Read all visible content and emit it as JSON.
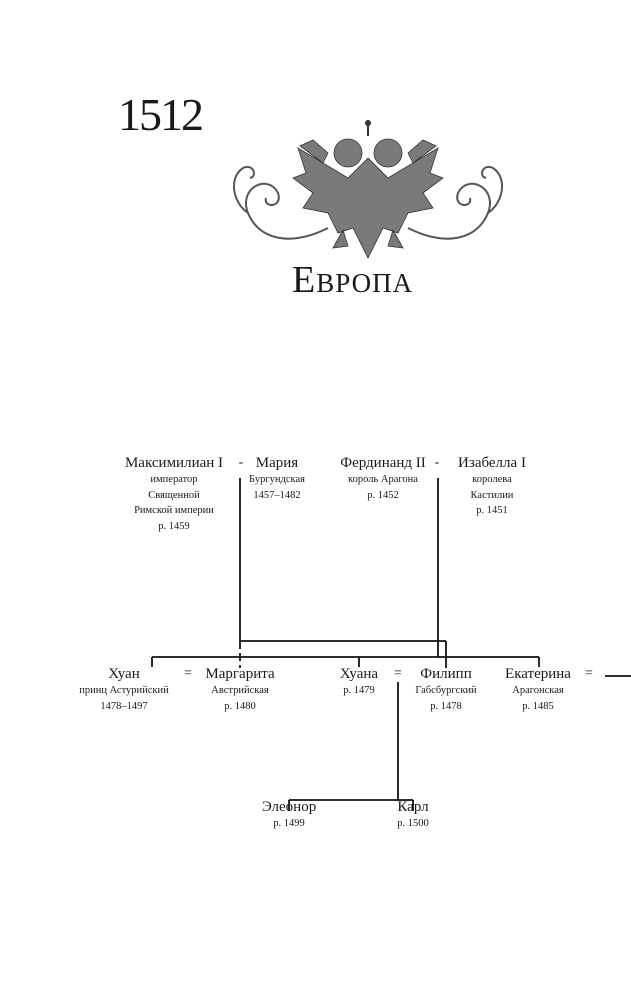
{
  "header": {
    "year": "1512",
    "region": "Европа",
    "emblem": "double-headed-eagle-emblem"
  },
  "generation1": [
    {
      "name": "Максимилиан I",
      "details": [
        "император",
        "Священной",
        "Римской империи",
        "р. 1459"
      ]
    },
    {
      "name": "Мария",
      "details": [
        "Бургундская",
        "1457–1482"
      ]
    },
    {
      "name": "Фердинанд II",
      "details": [
        "король Арагона",
        "р. 1452"
      ]
    },
    {
      "name": "Изабелла I",
      "details": [
        "королева",
        "Кастилии",
        "р. 1451"
      ]
    }
  ],
  "generation2": [
    {
      "name": "Хуан",
      "details": [
        "принц Астурийский",
        "1478–1497"
      ]
    },
    {
      "name": "Маргарита",
      "details": [
        "Австрийская",
        "р. 1480"
      ]
    },
    {
      "name": "Хуана",
      "details": [
        "р. 1479"
      ]
    },
    {
      "name": "Филипп",
      "details": [
        "Габсбургский",
        "р. 1478"
      ]
    },
    {
      "name": "Екатерина",
      "details": [
        "Арагонская",
        "р. 1485"
      ]
    }
  ],
  "generation3": [
    {
      "name": "Элеонор",
      "details": [
        "р. 1499"
      ]
    },
    {
      "name": "Карл",
      "details": [
        "р. 1500"
      ]
    }
  ],
  "marriage_symbols": {
    "hyphen": "-",
    "equals": "="
  }
}
